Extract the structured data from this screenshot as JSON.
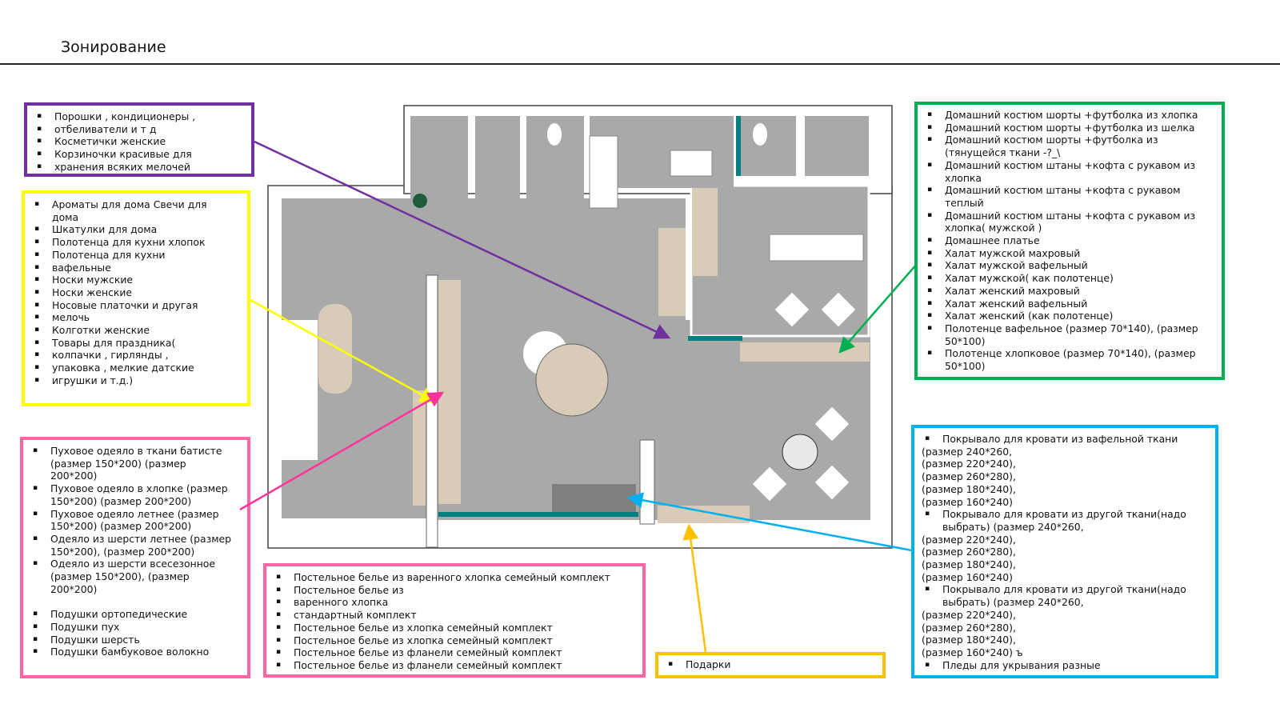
{
  "title": "Зонирование",
  "colors": {
    "purple": "#7030a0",
    "yellow": "#ffff00",
    "pink": "#ff66a3",
    "orange": "#ffc000",
    "green": "#00b050",
    "blue": "#00b0f0",
    "floor": "#a9a9a9",
    "teal": "#008080"
  },
  "zones": {
    "purple": [
      {
        "text": "Порошки , кондиционеры ,",
        "bullet": true
      },
      {
        "text": "отбеливатели и т д",
        "bullet": true
      },
      {
        "text": "Косметички женские",
        "bullet": true
      },
      {
        "text": " Корзиночки красивые для",
        "bullet": true
      },
      {
        "text": "хранения всяких мелочей",
        "bullet": true
      }
    ],
    "yellow": [
      {
        "text": "Ароматы для дома Свечи для",
        "bullet": true
      },
      {
        "text": "дома",
        "bullet": false,
        "indent": true
      },
      {
        "text": "Шкатулки для дома",
        "bullet": true
      },
      {
        "text": "Полотенца для кухни хлопок",
        "bullet": true
      },
      {
        "text": "Полотенца для кухни",
        "bullet": true
      },
      {
        "text": "вафельные",
        "bullet": true
      },
      {
        "text": "Носки мужские",
        "bullet": true
      },
      {
        "text": "Носки женские",
        "bullet": true
      },
      {
        "text": "Носовые платочки и другая",
        "bullet": true
      },
      {
        "text": "мелочь",
        "bullet": true
      },
      {
        "text": "Колготки женские",
        "bullet": true
      },
      {
        "text": "Товары для праздника(",
        "bullet": true
      },
      {
        "text": "колпачки , гирлянды ,",
        "bullet": true
      },
      {
        "text": "упаковка , мелкие датские",
        "bullet": true
      },
      {
        "text": "игрушки и т.д.)",
        "bullet": true
      }
    ],
    "pink_left": [
      {
        "text": "Пуховое одеяло в ткани батисте",
        "bullet": true
      },
      {
        "text": "(размер 150*200) (размер",
        "bullet": false,
        "indent": true
      },
      {
        "text": "200*200)",
        "bullet": false,
        "indent": true
      },
      {
        "text": "Пуховое одеяло в хлопке (размер",
        "bullet": true
      },
      {
        "text": "150*200) (размер 200*200)",
        "bullet": false,
        "indent": true
      },
      {
        "text": "Пуховое одеяло летнее (размер",
        "bullet": true
      },
      {
        "text": "150*200) (размер 200*200)",
        "bullet": false,
        "indent": true
      },
      {
        "text": "Одеяло из шерсти летнее (размер",
        "bullet": true
      },
      {
        "text": "150*200), (размер 200*200)",
        "bullet": false,
        "indent": true
      },
      {
        "text": "Одеяло из шерсти всесезонное",
        "bullet": true
      },
      {
        "text": "(размер 150*200), (размер",
        "bullet": false,
        "indent": true
      },
      {
        "text": "200*200)",
        "bullet": false,
        "indent": true
      },
      {
        "text": "",
        "bullet": false,
        "gap": true
      },
      {
        "text": "Подушки ортопедические",
        "bullet": true
      },
      {
        "text": "Подушки пух",
        "bullet": true
      },
      {
        "text": "Подушки шерсть",
        "bullet": true
      },
      {
        "text": "Подушки бамбуковое волокно",
        "bullet": true
      }
    ],
    "pink_bottom": [
      {
        "text": "Постельное белье из варенного хлопка семейный комплект",
        "bullet": true
      },
      {
        "text": "Постельное белье из",
        "bullet": true
      },
      {
        "text": "варенного хлопка",
        "bullet": true
      },
      {
        "text": "стандартный комплект",
        "bullet": true
      },
      {
        "text": "Постельное белье из хлопка семейный комплект",
        "bullet": true
      },
      {
        "text": "Постельное белье из хлопка семейный комплект",
        "bullet": true
      },
      {
        "text": "Постельное белье из фланели семейный комплект",
        "bullet": true
      },
      {
        "text": "Постельное белье из фланели семейный комплект",
        "bullet": true
      }
    ],
    "orange": [
      {
        "text": "Подарки",
        "bullet": true
      }
    ],
    "green": [
      {
        "text": "Домашний костюм шорты +футболка из хлопка",
        "bullet": true
      },
      {
        "text": "Домашний костюм шорты +футболка из шелка",
        "bullet": true
      },
      {
        "text": "Домашний костюм шорты +футболка из",
        "bullet": true
      },
      {
        "text": "(тянущейся ткани -?_\\",
        "bullet": false,
        "indent": true
      },
      {
        "text": "Домашний костюм штаны +кофта с рукавом из",
        "bullet": true
      },
      {
        "text": "хлопка",
        "bullet": false,
        "indent": true
      },
      {
        "text": "Домашний костюм штаны +кофта с рукавом",
        "bullet": true
      },
      {
        "text": "теплый",
        "bullet": false,
        "indent": true
      },
      {
        "text": "Домашний костюм штаны +кофта с рукавом из",
        "bullet": true
      },
      {
        "text": "хлопка( мужской )",
        "bullet": false,
        "indent": true
      },
      {
        "text": "Домашнее платье",
        "bullet": true
      },
      {
        "text": "Халат мужской махровый",
        "bullet": true
      },
      {
        "text": "Халат мужской вафельный",
        "bullet": true
      },
      {
        "text": "Халат мужской( как полотенце)",
        "bullet": true
      },
      {
        "text": "Халат женский махровый",
        "bullet": true
      },
      {
        "text": "Халат женский вафельный",
        "bullet": true
      },
      {
        "text": "Халат женский (как полотенце)",
        "bullet": true
      },
      {
        "text": "Полотенце вафельное (размер 70*140), (размер",
        "bullet": true
      },
      {
        "text": "50*100)",
        "bullet": false,
        "indent": true
      },
      {
        "text": "Полотенце хлопковое (размер 70*140), (размер",
        "bullet": true
      },
      {
        "text": "50*100)",
        "bullet": false,
        "indent": true
      }
    ],
    "blue": [
      {
        "text": "Покрывало для кровати из вафельной ткани",
        "bullet": true
      },
      {
        "text": "(размер 240*260,",
        "bullet": false
      },
      {
        "text": "(размер 220*240),",
        "bullet": false
      },
      {
        "text": "(размер 260*280),",
        "bullet": false
      },
      {
        "text": "(размер 180*240),",
        "bullet": false
      },
      {
        "text": "(размер 160*240)",
        "bullet": false
      },
      {
        "text": "Покрывало для кровати из другой ткани(надо",
        "bullet": true
      },
      {
        "text": "выбрать) (размер 240*260,",
        "bullet": false,
        "indent": true
      },
      {
        "text": "(размер 220*240),",
        "bullet": false
      },
      {
        "text": "(размер 260*280),",
        "bullet": false
      },
      {
        "text": "(размер 180*240),",
        "bullet": false
      },
      {
        "text": "(размер 160*240)",
        "bullet": false
      },
      {
        "text": "Покрывало для кровати из другой ткани(надо",
        "bullet": true
      },
      {
        "text": "выбрать) (размер 240*260,",
        "bullet": false,
        "indent": true
      },
      {
        "text": "(размер 220*240),",
        "bullet": false
      },
      {
        "text": "(размер 260*280),",
        "bullet": false
      },
      {
        "text": "(размер 180*240),",
        "bullet": false
      },
      {
        "text": "(размер 160*240) ъ",
        "bullet": false
      },
      {
        "text": "Пледы для укрывания разные",
        "bullet": true
      }
    ]
  }
}
